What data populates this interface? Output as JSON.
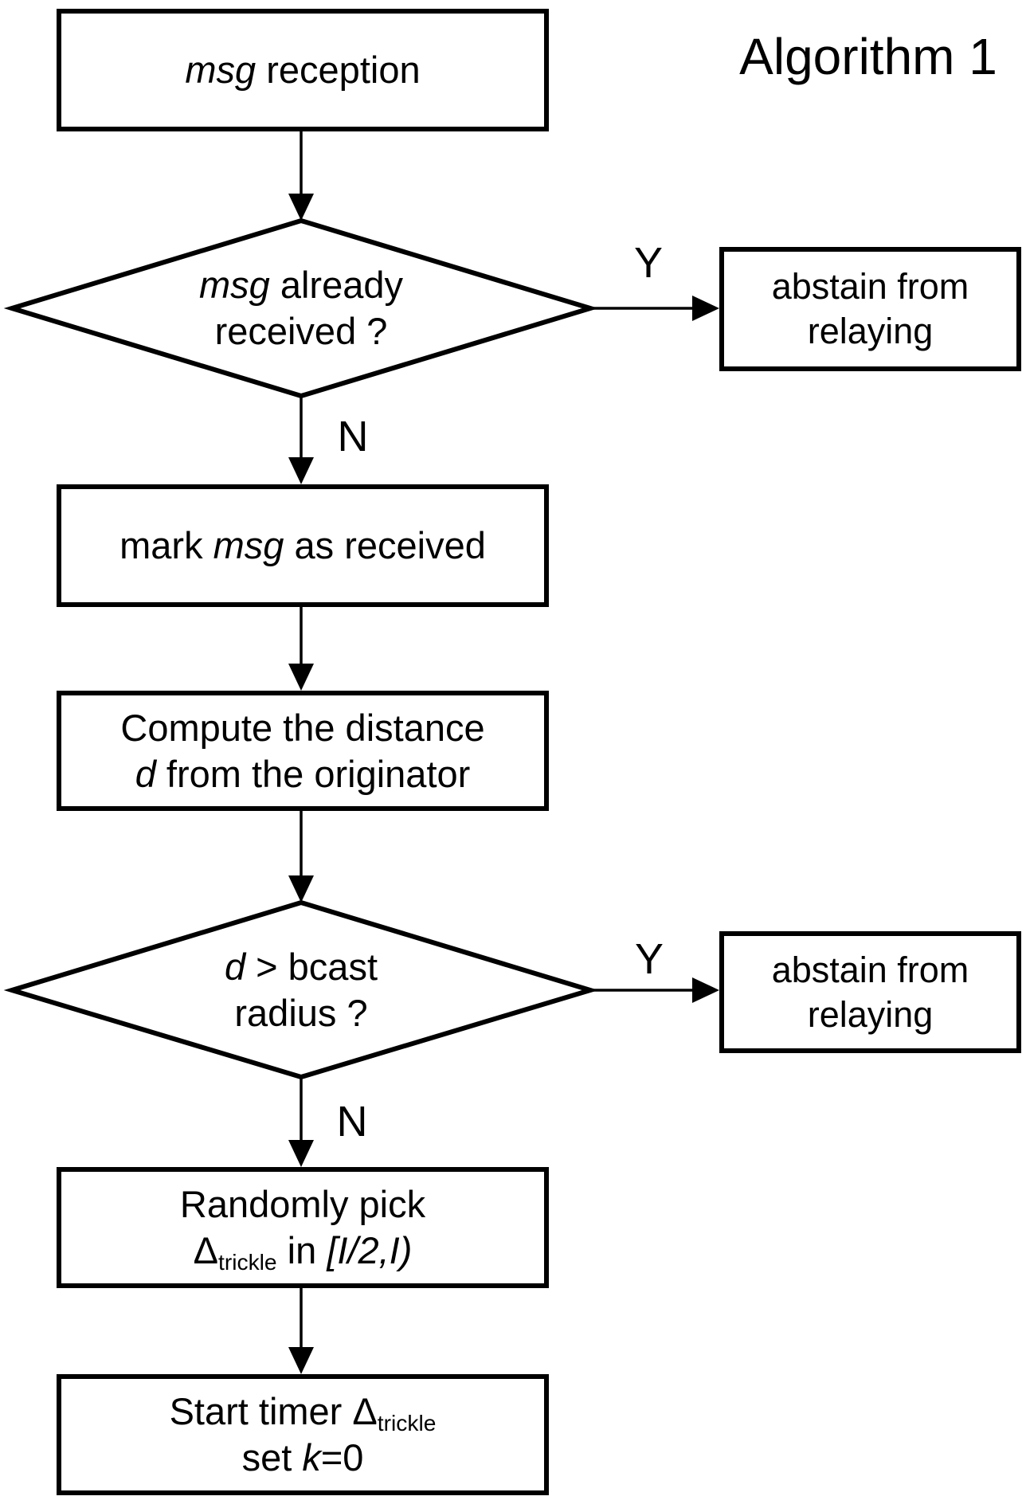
{
  "title": "Algorithm 1",
  "colors": {
    "ink": "#000000",
    "background": "#ffffff"
  },
  "edge_labels": {
    "y1": "Y",
    "n1": "N",
    "y2": "Y",
    "n2": "N"
  },
  "nodes": {
    "msg_reception": {
      "parts": {
        "a": "msg",
        "b": " reception"
      }
    },
    "already_received": {
      "parts": {
        "a": "msg",
        "b": " already",
        "c": "received ?"
      }
    },
    "abstain1": {
      "line1": "abstain from",
      "line2": "relaying"
    },
    "mark_received": {
      "parts": {
        "a": "mark ",
        "b": "msg",
        "c": " as received"
      }
    },
    "compute_distance": {
      "line1": "Compute the distance",
      "parts": {
        "a": "d",
        "b": " from the originator"
      }
    },
    "bcast_radius": {
      "parts": {
        "a": "d",
        "b": " > bcast",
        "c": "radius ?"
      }
    },
    "abstain2": {
      "line1": "abstain from",
      "line2": "relaying"
    },
    "randomly_pick": {
      "line1": "Randomly pick",
      "parts": {
        "delta": "Δ",
        "sub": "trickle",
        "mid": " in ",
        "interval": "[I/2,I)"
      }
    },
    "start_timer": {
      "parts": {
        "a": "Start timer Δ",
        "sub": "trickle",
        "b": "set ",
        "c": "k",
        "d": "=0"
      }
    }
  }
}
